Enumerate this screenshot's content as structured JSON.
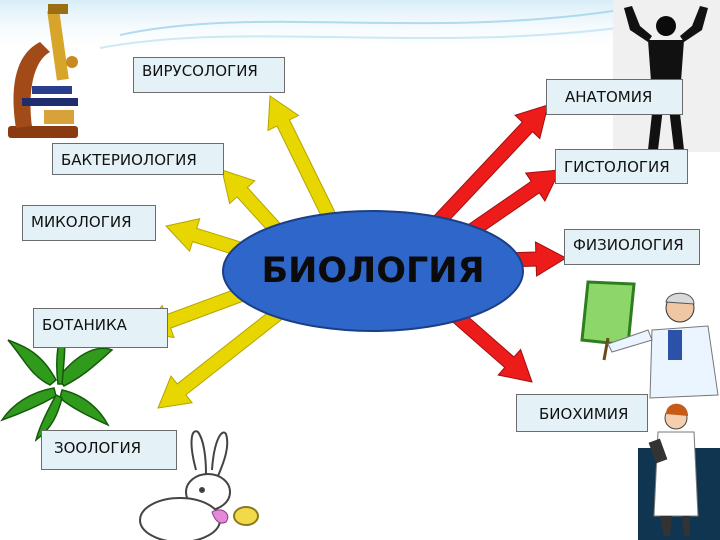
{
  "diagram": {
    "center": {
      "label": "БИОЛОГИЯ",
      "fill": "#2f66c9"
    },
    "colors": {
      "left_arrows": "#e8d600",
      "right_arrows": "#ee1b1b",
      "box_fill": "#e4f2f8"
    },
    "branches_left": [
      {
        "id": "virology",
        "label": "ВИРУСОЛОГИЯ"
      },
      {
        "id": "bacteriology",
        "label": "БАКТЕРИОЛОГИЯ"
      },
      {
        "id": "mycology",
        "label": "МИКОЛОГИЯ"
      },
      {
        "id": "botany",
        "label": "БОТАНИКА"
      },
      {
        "id": "zoology",
        "label": "ЗООЛОГИЯ"
      }
    ],
    "branches_right": [
      {
        "id": "anatomy",
        "label": "АНАТОМИЯ"
      },
      {
        "id": "histology",
        "label": "ГИСТОЛОГИЯ"
      },
      {
        "id": "physiology",
        "label": "ФИЗИОЛОГИЯ"
      },
      {
        "id": "biochemistry",
        "label": "БИОХИМИЯ"
      }
    ],
    "illustrations": [
      "microscope-icon",
      "person-silhouette-icon",
      "plant-icon",
      "teacher-icon",
      "doctor-icon",
      "rabbit-icon"
    ]
  }
}
